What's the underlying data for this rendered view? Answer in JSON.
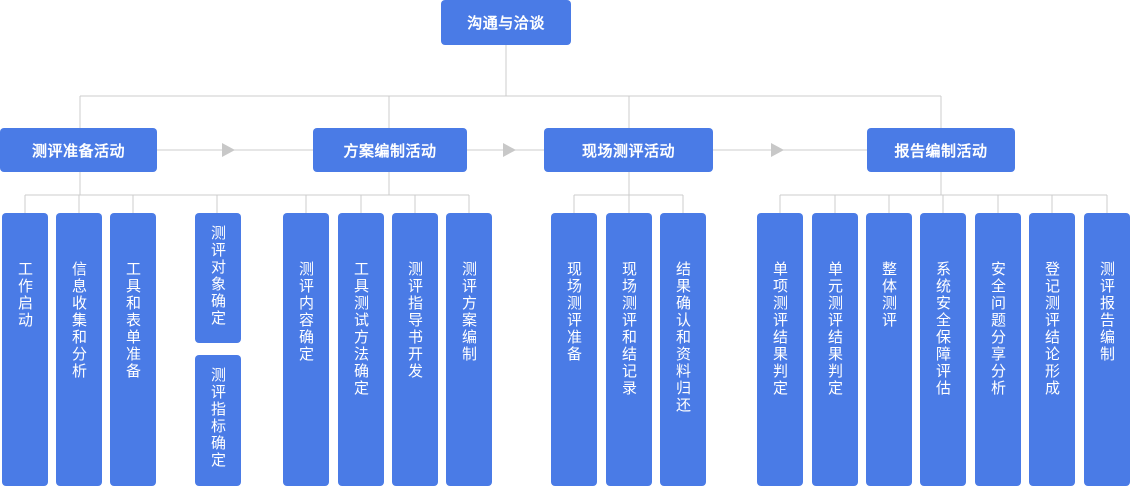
{
  "top": {
    "label": "沟通与洽谈"
  },
  "stages": [
    {
      "label": "测评准备活动",
      "tasks": [
        "工作启动",
        "信息收集和分析",
        "工具和表单准备",
        "测评对象确定",
        "测评指标确定"
      ]
    },
    {
      "label": "方案编制活动",
      "tasks": [
        "测评内容确定",
        "工具测试方法确定",
        "测评指导书开发",
        "测评方案编制"
      ]
    },
    {
      "label": "现场测评活动",
      "tasks": [
        "现场测评准备",
        "现场测评和结记录",
        "结果确认和资料归还"
      ]
    },
    {
      "label": "报告编制活动",
      "tasks": [
        "单项测评结果判定",
        "单元测评结果判定",
        "整体测评",
        "系统安全保障评估",
        "安全问题分享分析",
        "登记测评结论形成",
        "测评报告编制"
      ]
    }
  ],
  "colors": {
    "node": "#4a7be6",
    "line": "#cccccc",
    "arrow": "#c8c8c8"
  }
}
